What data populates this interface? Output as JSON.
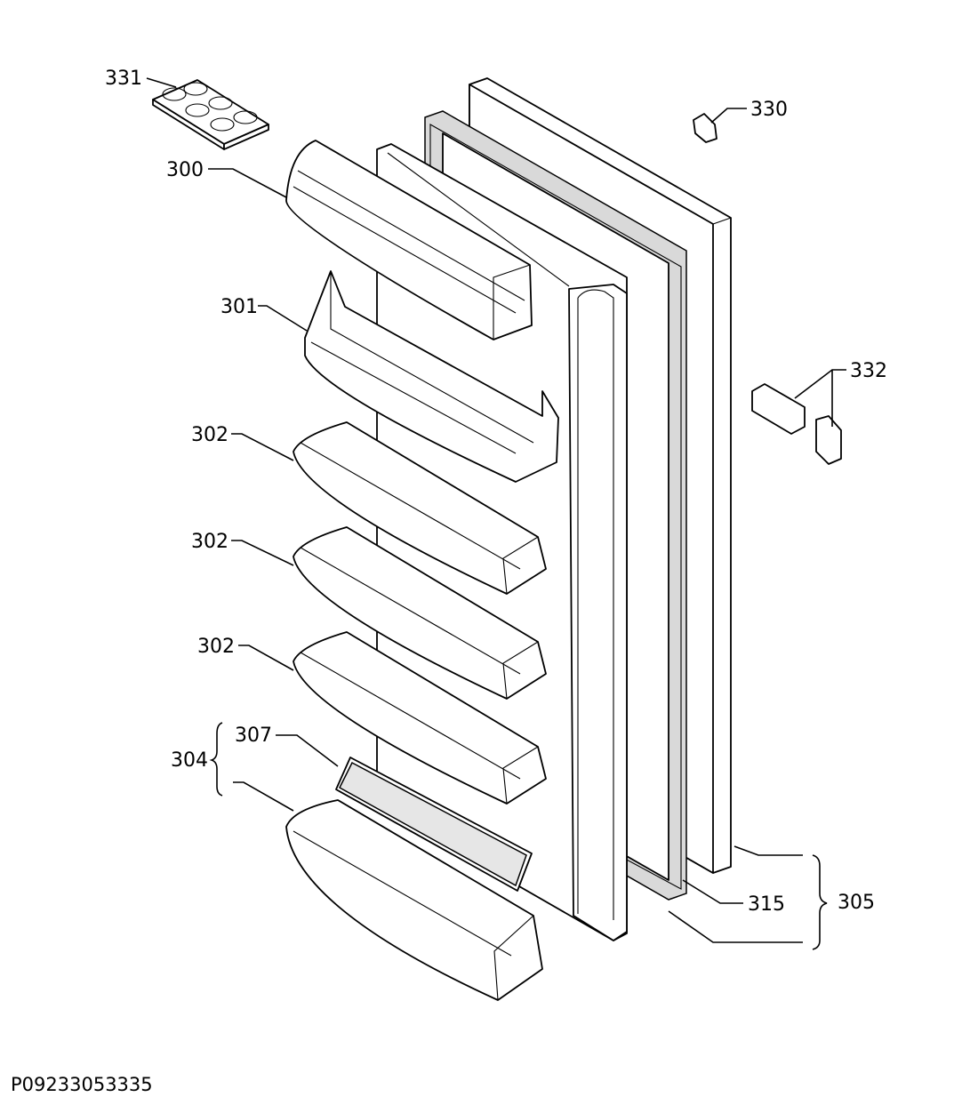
{
  "labels": {
    "p331": "331",
    "p330": "330",
    "p300": "300",
    "p301": "301",
    "p332": "332",
    "p302a": "302",
    "p302b": "302",
    "p302c": "302",
    "p307": "307",
    "p304": "304",
    "p315": "315",
    "p305": "305"
  },
  "drawing_code": "P09233053335"
}
